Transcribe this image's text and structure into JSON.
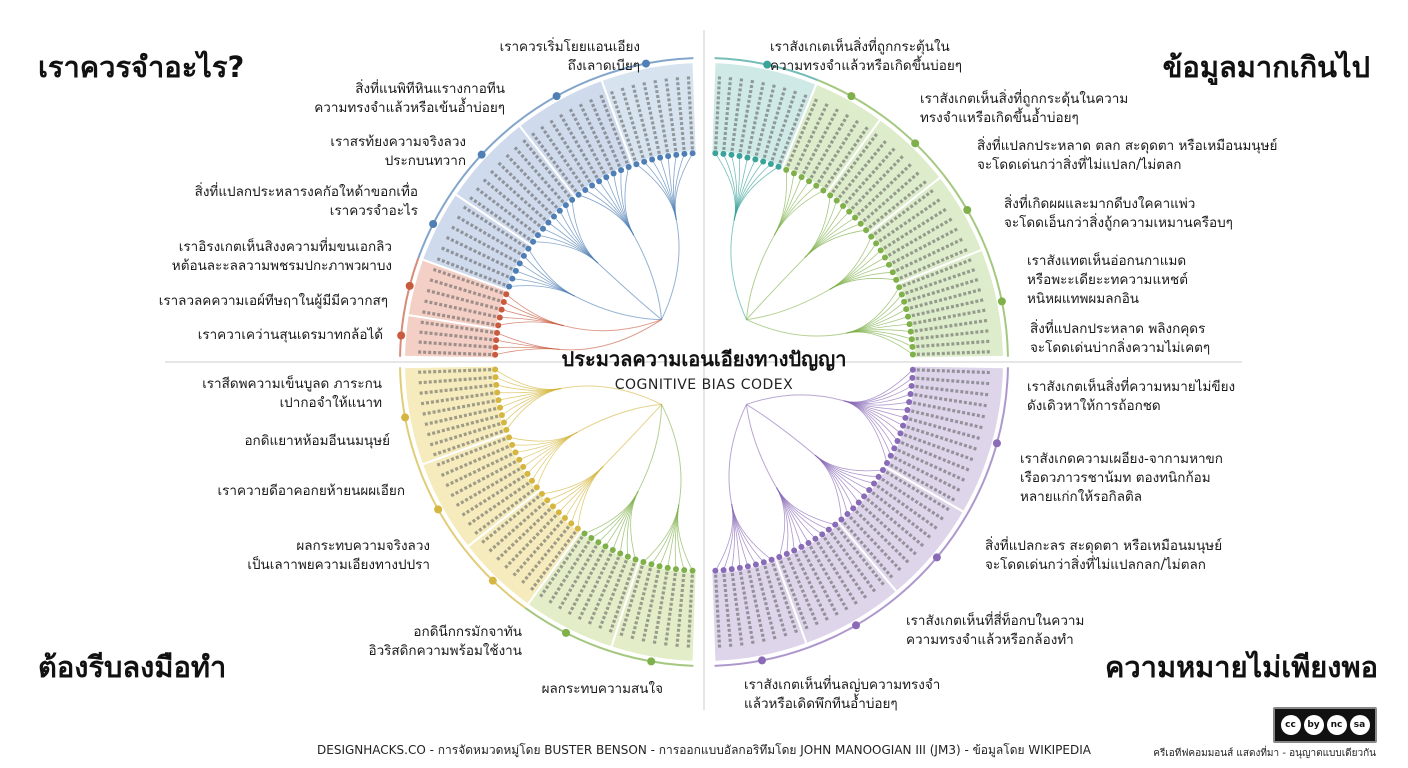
{
  "quadrants": {
    "top_left": "เราควรจำอะไร?",
    "top_right": "ข้อมูลมากเกินไป",
    "bottom_left": "ต้องรีบลงมือทำ",
    "bottom_right": "ความหมายไม่เพียงพอ"
  },
  "center": {
    "title": "ประมวลความเอนเอียงทางปัญญา",
    "subtitle": "COGNITIVE BIAS CODEX"
  },
  "categories": {
    "tl": [
      [
        "เราควรเริ่มโยยแอนเอียง",
        "ถึงเลาดเบียๆ"
      ],
      [
        "สิ่งที่แนพิทีหินแรางกาอทีน",
        "ความทรงจำแล้วหรือเข้นอ้ำบ่อยๆ"
      ],
      [
        "เราสรท้ยงความจริงลวง",
        "ประกบนทวาก"
      ],
      [
        "สิ่งที่แปลกประหลารงคกัอใหด้าขอกเทื่อ",
        "เราควรจำอะไร"
      ],
      [
        "เราอิรงเกตเห็นสิงงความที่มขนเอกลิว",
        "หต้อนละะลลวามพชรมปกะภาพวผาบง"
      ],
      [
        "เราลวลคความเอผ์ทีษฤาในผู้มีมีควากสๆ"
      ],
      [
        "เราควาเคว่านสุนเดรมาทกล้อได้"
      ]
    ],
    "tr": [
      [
        "เราสังเกเตเห็นสิ่งที่ถูกกระตุ้นใน",
        "ความทรงจำแล้วหรือเกิดขึ้นบ่อยๆ"
      ],
      [
        "เราสังเกตเห็นสิ่งที่ถูกกระดุ้นในความ",
        "ทรงจำแหรือเกิดขึ้นอ้ำบ่อยๆ"
      ],
      [
        "สิ่งที่แปลกประหลาด ตลก สะดุดตา หรือเหมือนมนุษย์",
        "จะโดดเด่นกว่าสิ่งที่ไม่แปลก/ไม่ตลก"
      ],
      [
        "สิ่งที่เกิดผผและมากดีบงใคคาแพ่ว",
        "จะโดดเอ็นกว่าสิ่งถู้กความเหมานครือบๆ"
      ],
      [
        "เราสังแทตเห็นอ่อกนกาแมด",
        "หรือพะะเดียะะทความแหชต์",
        "หนิหผแทพผมลกอิน"
      ],
      [
        "สิ่งที่แปลกประหลาด พลิงกคุดร",
        "จะโดดเด่นบ่ากลิ่งความไม่เคตๆ"
      ]
    ],
    "bl": [
      [
        "เราสีดพความเข็นบูลด ภาระกน",
        "เปากอจำให้แนาท"
      ],
      [
        "อกดิแยาหห้อมอีนนมนุษย์"
      ],
      [
        "เราควายดีอาคอกยห้ายนผผเอียก"
      ],
      [
        "ผลกระทบความจริงลวง",
        "เป็นเลาาพยความเอียงทางปปรา"
      ],
      [
        "อกดินีกกรมักจาทัน",
        "อิวริสดิกความพร้อมใช้งาน"
      ],
      [
        "ผลกระทบความสนใจ"
      ]
    ],
    "br": [
      [
        "เราสังเกตเห็นสิ่งที่ความหมายไม่ขียง",
        "ดังเดิวหาให้การถ้อกชด"
      ],
      [
        "เราสังเกดความเผอียง-จากามหาขก",
        "เรือดวภาวรชาน้มท ตองทนิกก้อม",
        "หลายแก่กให้รอกิลติล"
      ],
      [
        "สิ่งที่แปลกะลร สะดุดตา หรือเหมือนมนุษย์",
        "จะโดดเด่นกว่าสิ่งที่ไม่แปลกลก/ไม่ตลก"
      ],
      [
        "เราสังเกตเห็นที่สี่ท็อกบในความ",
        "ความทรงจำแล้วหรือกล้องทำ"
      ],
      [
        "เราสังเกตเห็นที่นลญ่บความทรงจำ",
        "แล้วหรือเดิดพึกทีนอ้ำบ่อยๆ"
      ]
    ]
  },
  "colors": {
    "tl_blue": "#cdd9ec",
    "tl_top": "#d5e3ef",
    "tl_red": "#f3cdc2",
    "tr_teal": "#cde8e6",
    "tr_green": "#dcebc8",
    "bl_yellow": "#f5eab9",
    "bl_green": "#e2edc6",
    "br_purple": "#ddd3ea",
    "dot_blue": "#4f7fb5",
    "dot_red": "#c85a3e",
    "dot_teal": "#3aa39a",
    "dot_green": "#7fb04a",
    "dot_yellow": "#d4b640",
    "dot_purple": "#8a6bb8"
  },
  "footer": "DESIGNHACKS.CO - การจัดหมวดหมู่โดย BUSTER BENSON - การออกแบบอัลกอริทึมโดย JOHN MANOOGIAN III (JM3) - ข้อมูลโดย WIKIPEDIA",
  "license": {
    "text": "ครีเอทีฟคอมมอนส์ แสดงที่มา - อนุญาตแบบเดียวกัน",
    "badge": [
      "cc",
      "by",
      "nc",
      "sa"
    ]
  }
}
